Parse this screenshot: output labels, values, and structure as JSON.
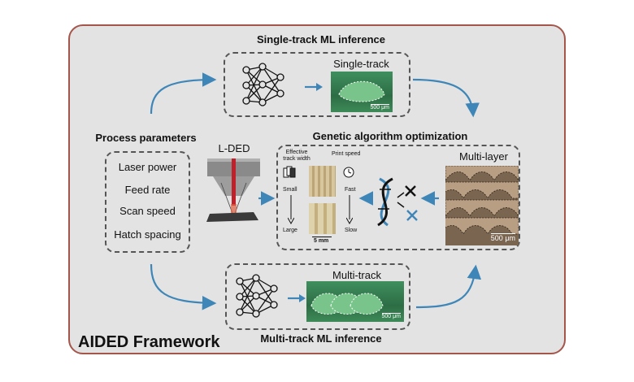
{
  "framework_label": "AIDED Framework",
  "single_track_box": {
    "title": "Single-track ML inference",
    "image_label": "Single-track",
    "scale": "500 μm"
  },
  "multi_track_box": {
    "title": "Multi-track ML inference",
    "image_label": "Multi-track",
    "scale": "500 μm"
  },
  "process_params": {
    "title": "Process parameters",
    "items": [
      "Laser power",
      "Feed rate",
      "Scan speed",
      "Hatch spacing"
    ]
  },
  "lded": {
    "label": "L-DED"
  },
  "ga_box": {
    "title": "Genetic algorithm optimization",
    "multilayer_label": "Multi-layer",
    "multilayer_scale": "500 μm",
    "track_width": {
      "heading_line1": "Effective",
      "heading_line2": "track width",
      "top": "Small",
      "bottom": "Large"
    },
    "print_speed": {
      "heading": "Print speed",
      "top": "Fast",
      "bottom": "Slow"
    },
    "scale": "5 mm"
  },
  "colors": {
    "frame_border": "#a5554a",
    "arrow": "#3f86b8",
    "panel_bg": "#e3e3e3"
  }
}
